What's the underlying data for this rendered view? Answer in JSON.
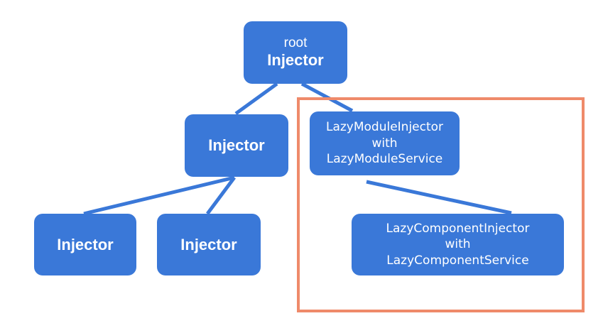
{
  "diagram": {
    "colors": {
      "node_fill": "#3a78d8",
      "node_text": "#ffffff",
      "edge": "#3a78d8",
      "highlight_frame": "#ef8a6a"
    },
    "nodes": {
      "root": {
        "line1": "root",
        "line2": "Injector"
      },
      "child": {
        "label": "Injector"
      },
      "leaf_left": {
        "label": "Injector"
      },
      "leaf_right": {
        "label": "Injector"
      },
      "lazy_module": {
        "lines": [
          "LazyModuleInjector",
          "with",
          "LazyModuleService"
        ]
      },
      "lazy_component": {
        "lines": [
          "LazyComponentInjector",
          "with",
          "LazyComponentService"
        ]
      }
    },
    "edges": [
      {
        "from": "root",
        "to": "child"
      },
      {
        "from": "root",
        "to": "lazy_module"
      },
      {
        "from": "child",
        "to": "leaf_left"
      },
      {
        "from": "child",
        "to": "leaf_right"
      },
      {
        "from": "lazy_module",
        "to": "lazy_component"
      }
    ]
  }
}
